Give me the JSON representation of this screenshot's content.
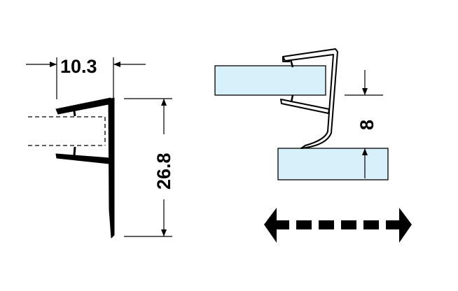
{
  "dimensions": {
    "width_label": "10.3",
    "height_label": "26.8",
    "gap_label": "8"
  },
  "colors": {
    "glass_fill": "#d8f0fa",
    "line": "#000000",
    "background": "#ffffff"
  },
  "icons": {
    "movement": "double-headed-dashed-arrow"
  }
}
